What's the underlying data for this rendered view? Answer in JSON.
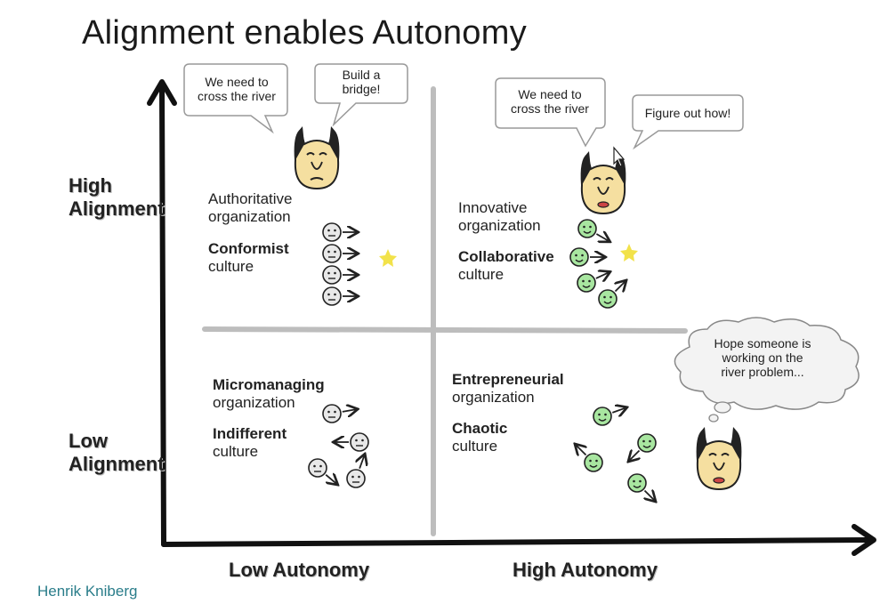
{
  "title": "Alignment enables Autonomy",
  "axes": {
    "y_high": [
      "High",
      "Alignment"
    ],
    "y_low": [
      "Low",
      "Alignment"
    ],
    "x_low": "Low Autonomy",
    "x_high": "High Autonomy"
  },
  "quadrants": {
    "top_left": {
      "org": [
        "Authoritative",
        "organization"
      ],
      "culture": [
        "Conformist",
        "culture"
      ],
      "bubbles": [
        [
          "We need to",
          "cross the river"
        ],
        [
          "Build a",
          "bridge!"
        ]
      ]
    },
    "top_right": {
      "org": [
        "Innovative",
        "organization"
      ],
      "culture": [
        "Collaborative",
        "culture"
      ],
      "bubbles": [
        [
          "We need to",
          "cross the river"
        ],
        [
          "Figure out how!"
        ]
      ]
    },
    "bottom_left": {
      "org": [
        "Micromanaging",
        "organization"
      ],
      "culture": [
        "Indifferent",
        "culture"
      ]
    },
    "bottom_right": {
      "org": [
        "Entrepreneurial",
        "organization"
      ],
      "culture": [
        "Chaotic",
        "culture"
      ],
      "thought": [
        "Hope someone is",
        "working on the",
        "river problem..."
      ]
    }
  },
  "credit": "Henrik Kniberg",
  "colors": {
    "face_neutral": "#e8e8e8",
    "face_happy": "#a8e6a0",
    "boss_face": "#f5dfa0",
    "star": "#f2e24a",
    "divider": "#bdbdbd",
    "credit": "#2a7d8a"
  }
}
